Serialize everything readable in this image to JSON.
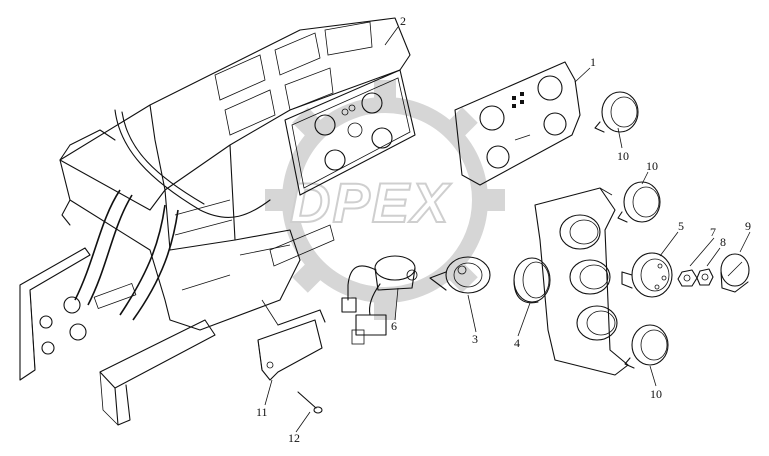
{
  "watermark": {
    "text": "DPEX"
  },
  "callouts": [
    {
      "id": "c1",
      "label": "1"
    },
    {
      "id": "c2",
      "label": "2"
    },
    {
      "id": "c3",
      "label": "3"
    },
    {
      "id": "c4",
      "label": "4"
    },
    {
      "id": "c5",
      "label": "5"
    },
    {
      "id": "c6",
      "label": "6"
    },
    {
      "id": "c7",
      "label": "7"
    },
    {
      "id": "c8",
      "label": "8"
    },
    {
      "id": "c9",
      "label": "9"
    },
    {
      "id": "c10a",
      "label": "10"
    },
    {
      "id": "c10b",
      "label": "10"
    },
    {
      "id": "c10c",
      "label": "10"
    },
    {
      "id": "c11",
      "label": "11"
    },
    {
      "id": "c12",
      "label": "12"
    }
  ]
}
